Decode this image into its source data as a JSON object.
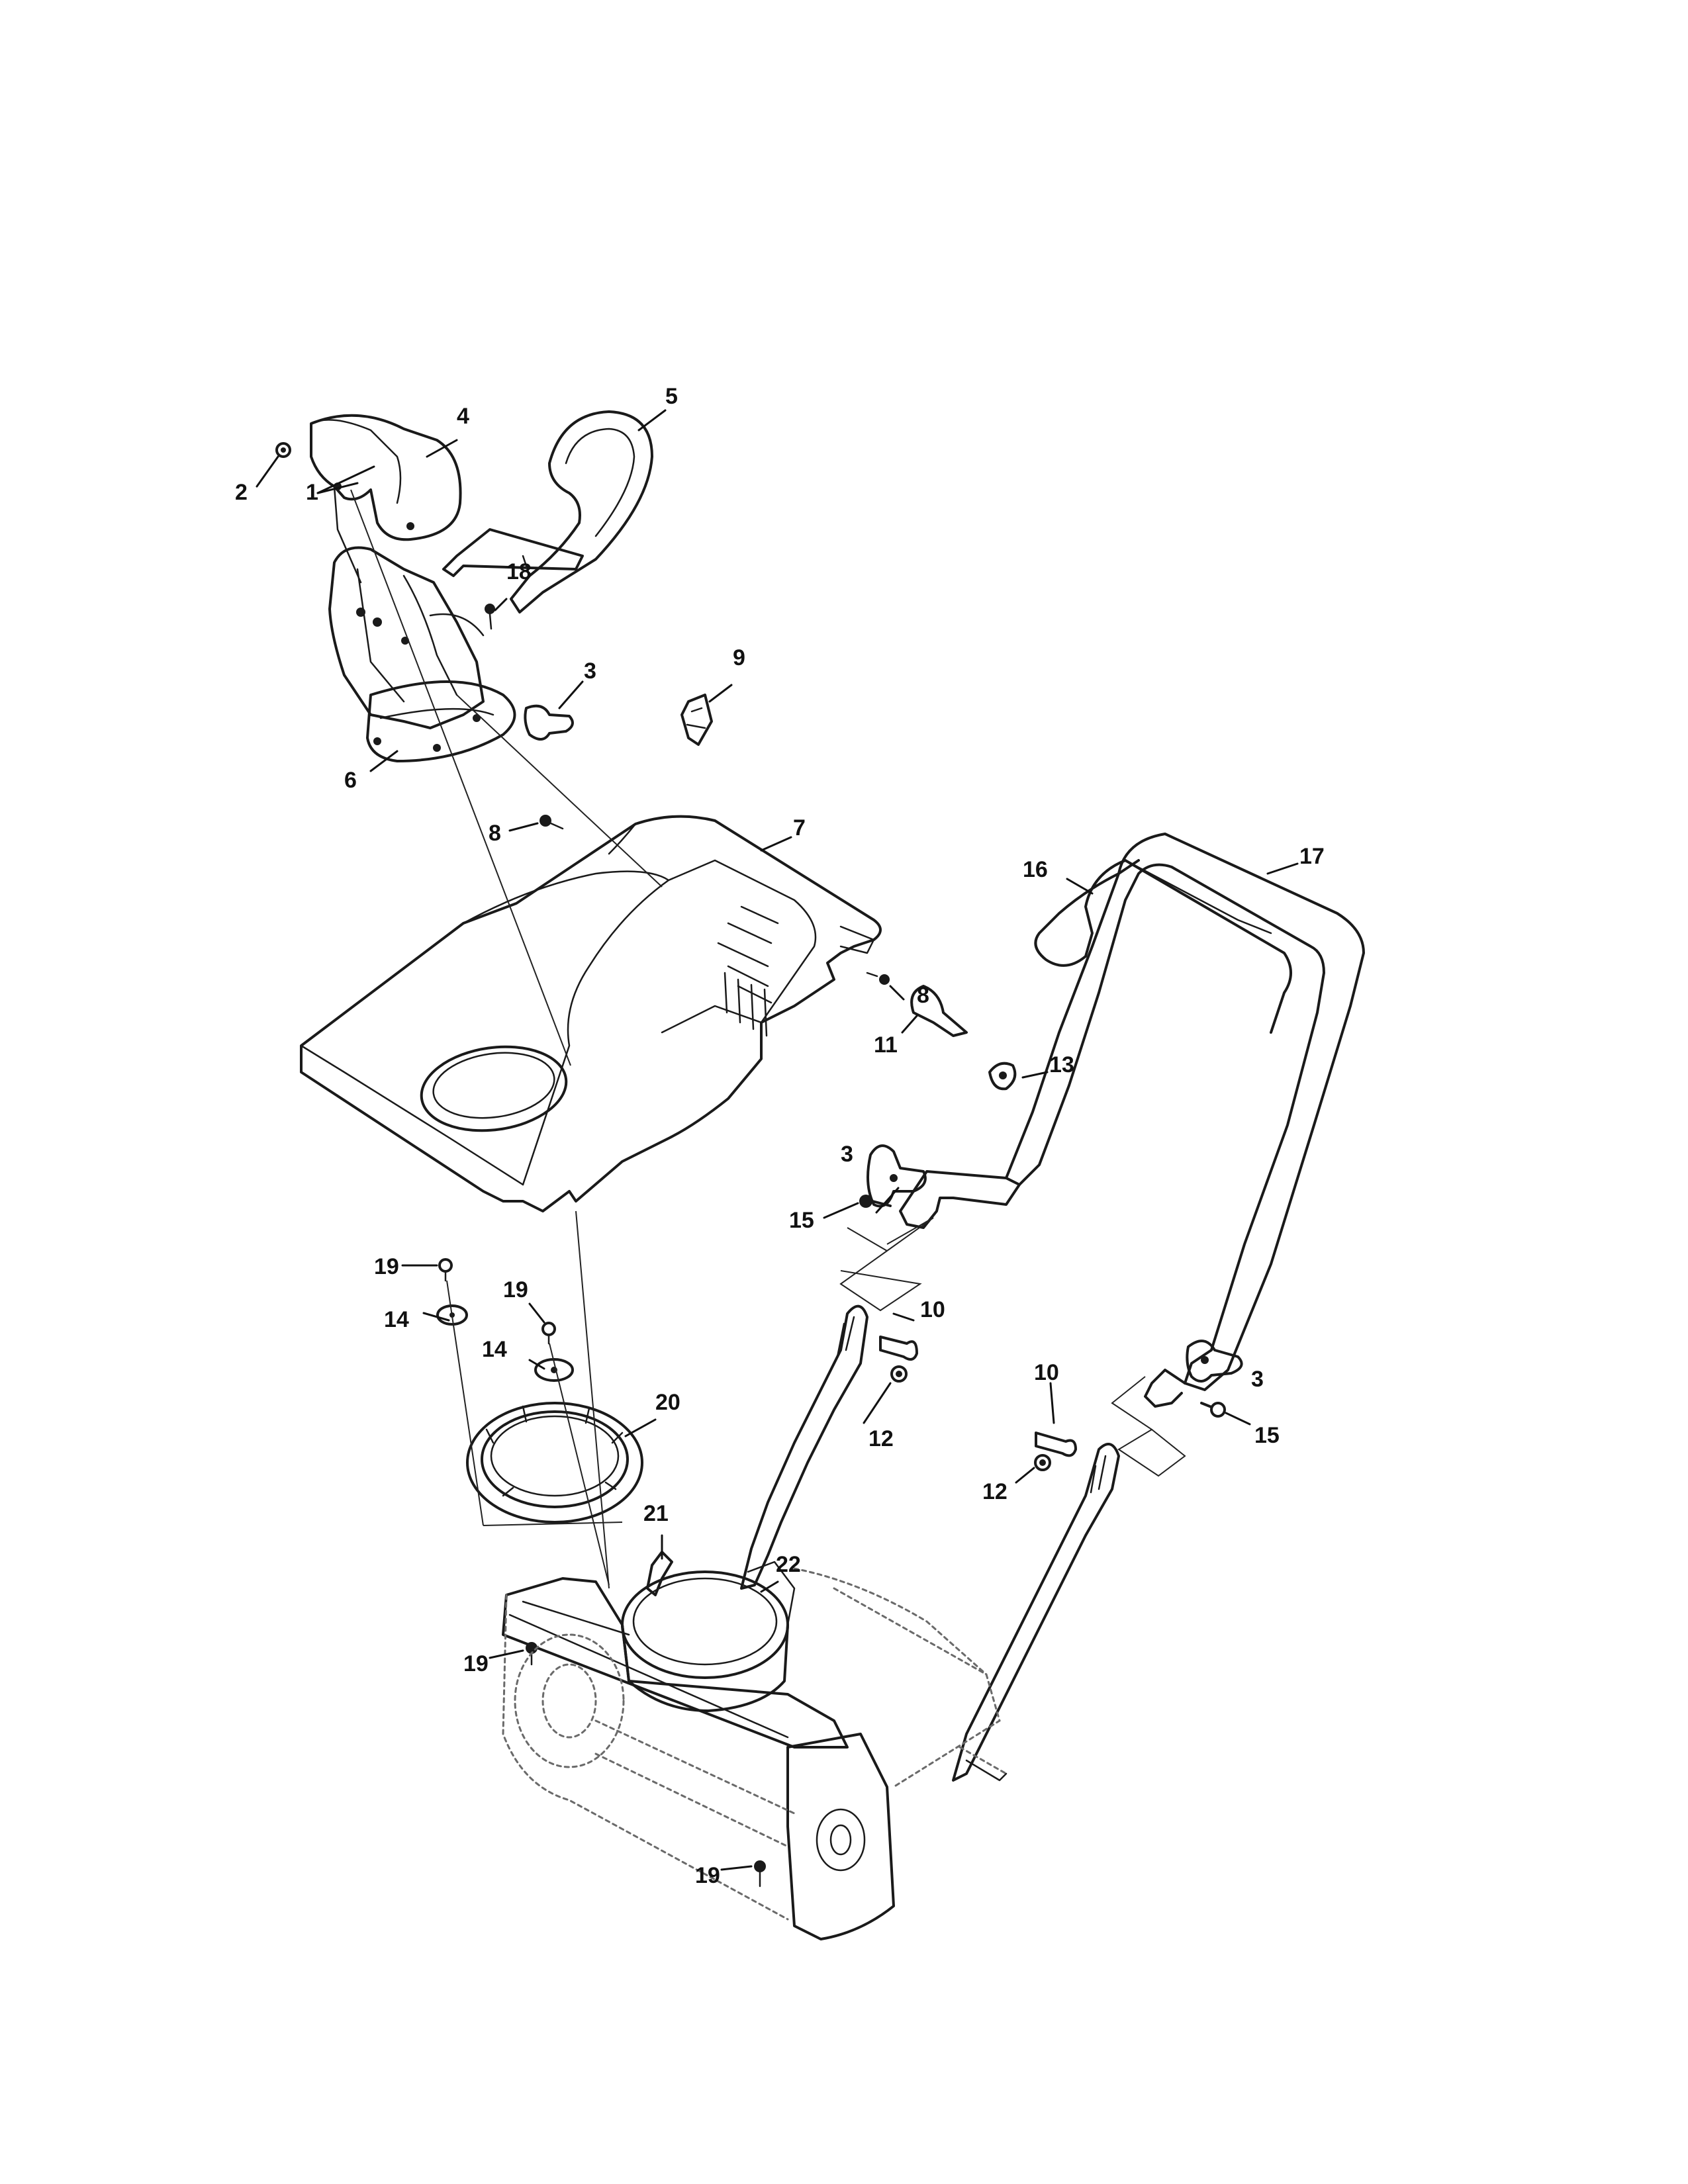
{
  "callouts": {
    "c1": "1",
    "c2": "2",
    "c3a": "3",
    "c3b": "3",
    "c3c": "3",
    "c4": "4",
    "c5": "5",
    "c6": "6",
    "c7": "7",
    "c8a": "8",
    "c8b": "8",
    "c9": "9",
    "c10a": "10",
    "c10b": "10",
    "c11": "11",
    "c12a": "12",
    "c12b": "12",
    "c13": "13",
    "c14a": "14",
    "c14b": "14",
    "c15a": "15",
    "c15b": "15",
    "c16": "16",
    "c17": "17",
    "c18": "18",
    "c19a": "19",
    "c19b": "19",
    "c19c": "19",
    "c19d": "19",
    "c20": "20",
    "c21": "21",
    "c22": "22"
  }
}
